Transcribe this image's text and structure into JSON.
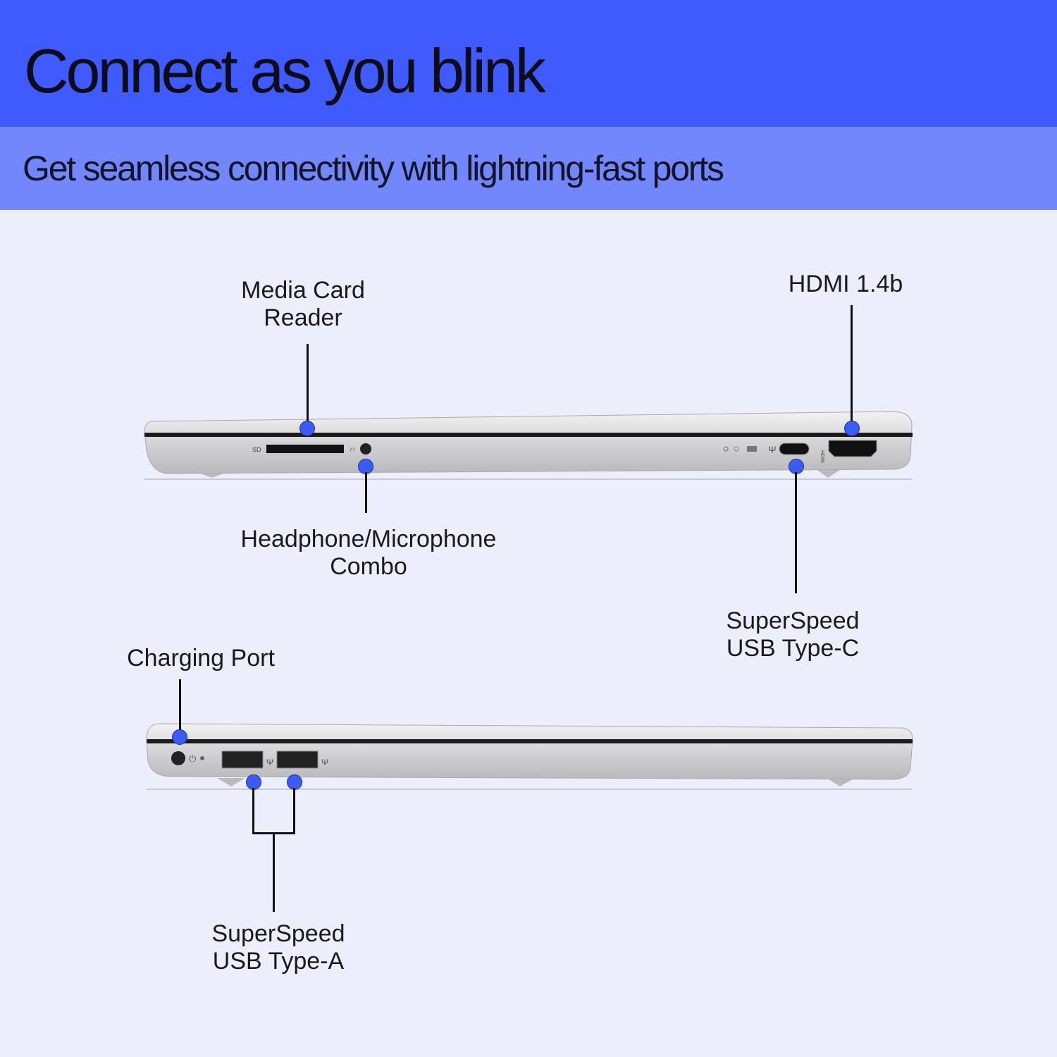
{
  "header": {
    "title": "Connect as you blink",
    "subtitle": "Get seamless connectivity with lightning-fast ports"
  },
  "callouts": {
    "media_card": {
      "line1": "Media Card",
      "line2": "Reader"
    },
    "hdmi": {
      "line1": "HDMI 1.4b"
    },
    "headphone": {
      "line1": "Headphone/Microphone",
      "line2": "Combo"
    },
    "usb_c": {
      "line1": "SuperSpeed",
      "line2": "USB Type-C"
    },
    "charging": {
      "line1": "Charging Port"
    },
    "usb_a": {
      "line1": "SuperSpeed",
      "line2": "USB Type-A"
    }
  },
  "port_markings": {
    "sd": "SD"
  },
  "colors": {
    "top_band": "#3f5bfd",
    "sub_band": "#7287fb",
    "background": "#eceffb",
    "callout_dot": "#3b5bf6"
  }
}
